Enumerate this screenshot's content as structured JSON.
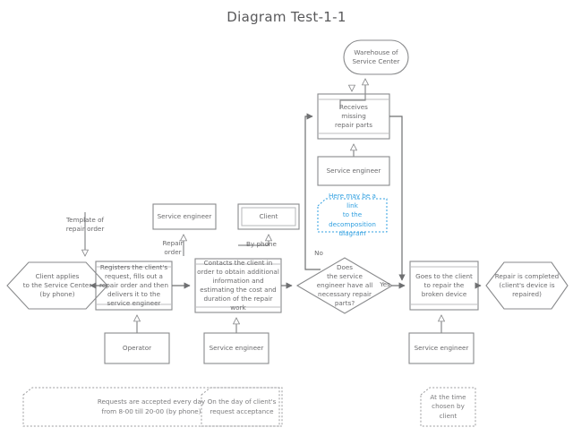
{
  "diagram": {
    "title": "Diagram Test-1-1",
    "colors": {
      "stroke": "#898a8c",
      "text": "#6a6a6c",
      "note_text": "#7b7b7d",
      "link_note": "#2f9fe0",
      "background": "#ffffff"
    },
    "nodes": {
      "warehouse": {
        "label": "Warehouse of\nService Center",
        "shape": "stadium"
      },
      "receives_parts": {
        "label": "Receives\nmissing\nrepair parts",
        "shape": "process"
      },
      "service_engineer_top": {
        "label": "Service engineer",
        "shape": "rect"
      },
      "start": {
        "label": "Client applies\nto the Service Center\n(by phone)",
        "shape": "hexagon"
      },
      "registers": {
        "label": "Registers the client's\nrequest, fills out a\nrepair order and then\ndelivers it to the\nservice engineer",
        "shape": "process"
      },
      "contacts": {
        "label": "Contacts the client in\norder to obtain additional\ninformation and\nestimating the cost and\nduration of the repair\nwork",
        "shape": "process"
      },
      "decision": {
        "label": "Does\nthe service\nengineer have all\nnecessary repair\nparts?",
        "shape": "diamond"
      },
      "goes_to_client": {
        "label": "Goes to the client\nto repair the\nbroken device",
        "shape": "process"
      },
      "end": {
        "label": "Repair is completed\n(client's device is\nrepaired)",
        "shape": "hexagon"
      },
      "service_engineer_mid": {
        "label": "Service engineer",
        "shape": "rect"
      },
      "client": {
        "label": "Client",
        "shape": "double-rect"
      },
      "operator": {
        "label": "Operator",
        "shape": "rect"
      },
      "service_engineer_low": {
        "label": "Service engineer",
        "shape": "rect"
      },
      "service_engineer_right": {
        "label": "Service engineer",
        "shape": "rect"
      }
    },
    "edge_labels": {
      "template": "Template of\nrepair order",
      "repair_order": "Repair\norder",
      "by_phone": "By phone",
      "no": "No",
      "yes": "Yes"
    },
    "notes": {
      "link_note": "Here may be a link\nto the decomposition\ndiagram",
      "schedule": "Requests are accepted every day\nfrom 8-00 till 20-00 (by phone)",
      "day_of_acceptance": "On the day of client's\nrequest acceptance",
      "chosen_time": "At the time\nchosen by client"
    }
  }
}
